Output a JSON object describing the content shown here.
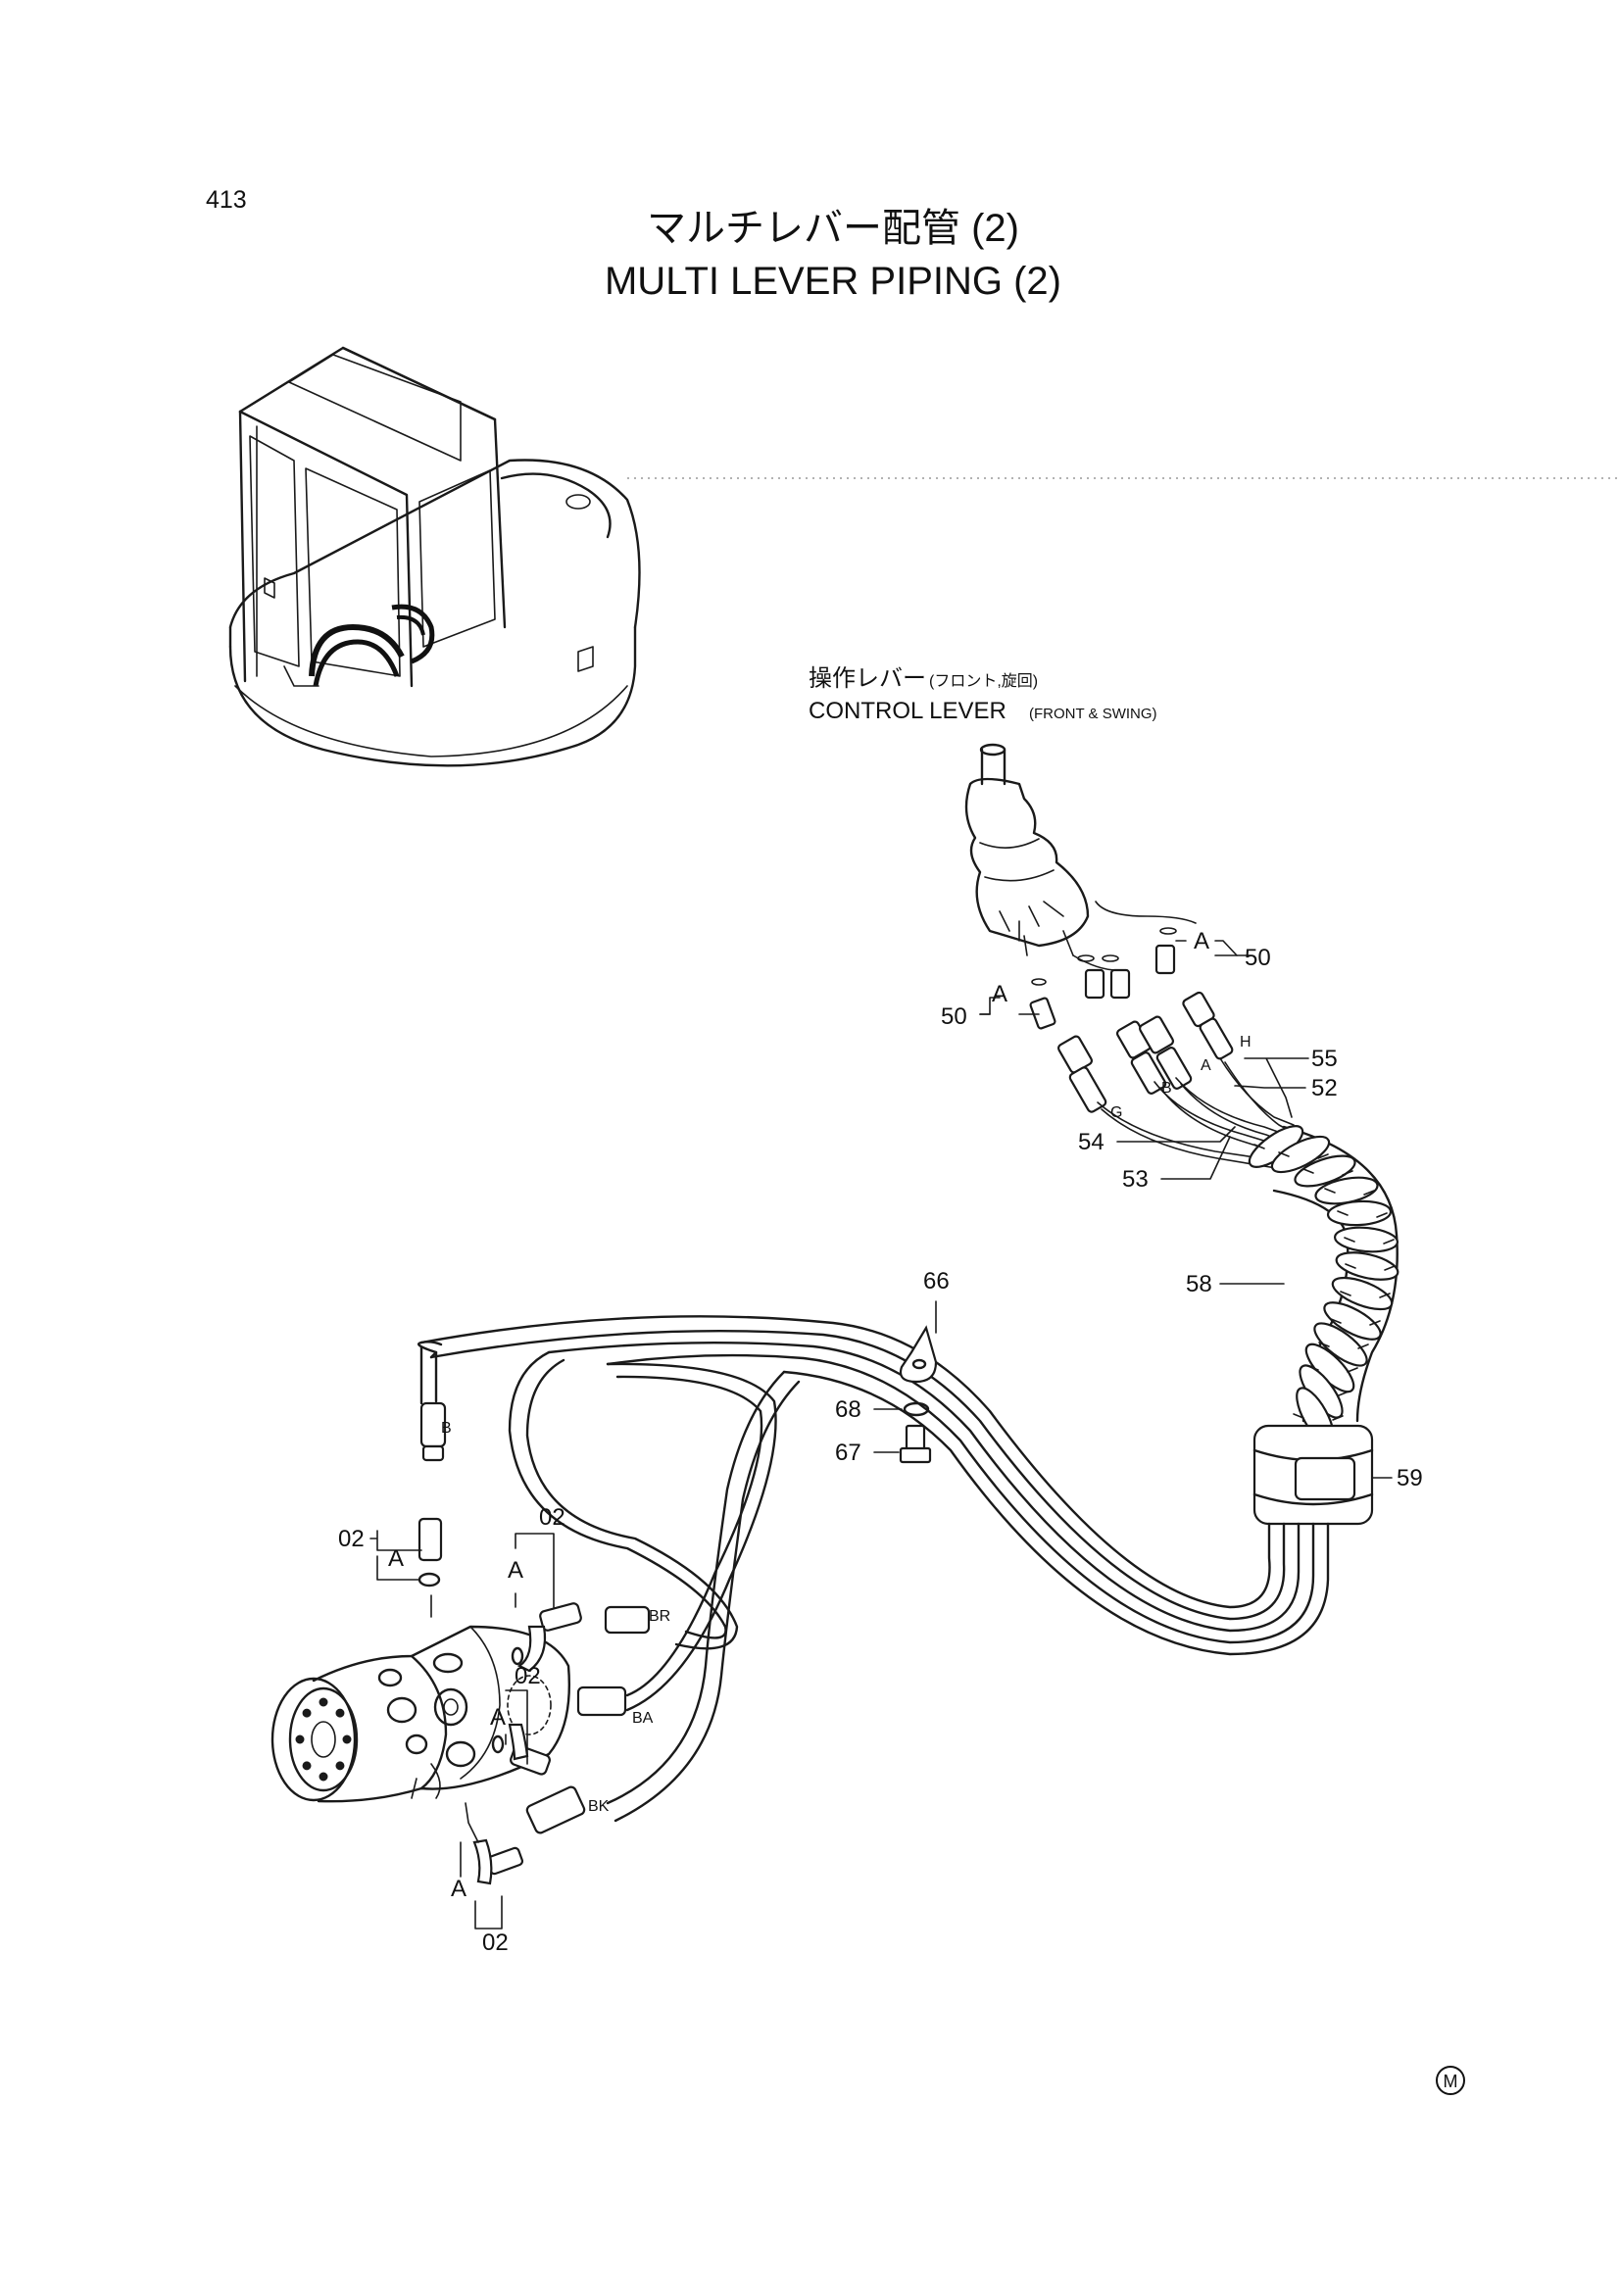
{
  "page_number": "413",
  "title_jp": "マルチレバー配管 (2)",
  "title_en": "MULTI LEVER PIPING (2)",
  "control_lever": {
    "label_jp": "操作レバー",
    "label_jp_sub": "(フロント,旋回)",
    "label_en": "CONTROL LEVER",
    "label_en_sub": "(FRONT & SWING)"
  },
  "callouts": {
    "n50_right": "50",
    "n50_left": "50",
    "n55": "55",
    "n52": "52",
    "n54": "54",
    "n53": "53",
    "n58": "58",
    "n59": "59",
    "n66": "66",
    "n68": "68",
    "n67": "67",
    "n02_top_left": "02",
    "n02_top_mid": "02",
    "n02_mid": "02",
    "n02_bottom": "02"
  },
  "detail_marks": {
    "a1": "A",
    "a2": "A",
    "a3": "A",
    "a4": "A",
    "a5": "A",
    "a6": "A"
  },
  "hose_tags": {
    "h": "H",
    "a": "A",
    "b": "B",
    "g": "G",
    "b_left": "B",
    "br": "BR",
    "ba": "BA",
    "bk": "BK"
  },
  "footer_mark": "M"
}
